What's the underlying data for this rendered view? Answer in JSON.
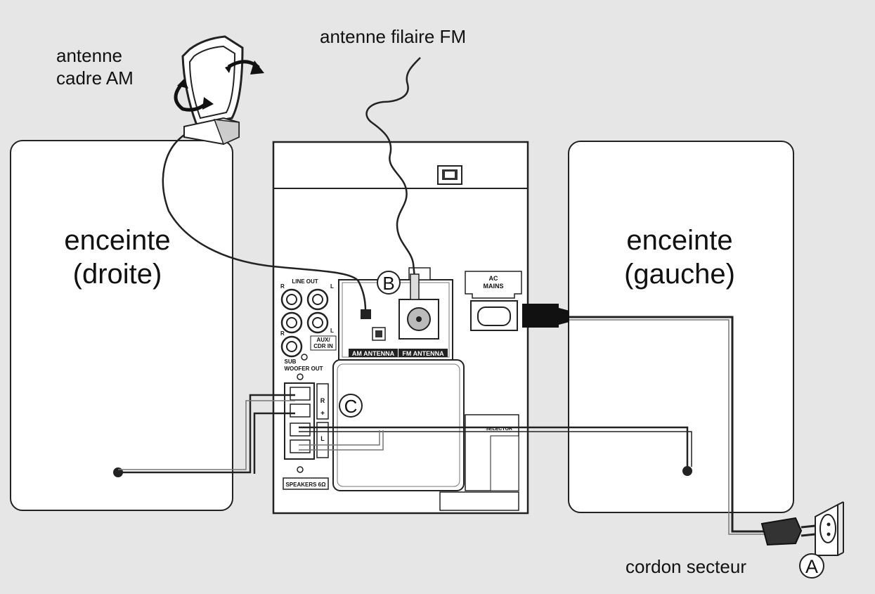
{
  "labels": {
    "am_antenna": [
      "antenne",
      "cadre AM"
    ],
    "fm_antenna": "antenne filaire FM",
    "speaker_right": [
      "enceinte",
      "(droite)"
    ],
    "speaker_left": [
      "enceinte",
      "(gauche)"
    ],
    "mains_cord": "cordon secteur"
  },
  "markers": {
    "a": "A",
    "b": "B",
    "c": "C"
  },
  "panel": {
    "line_out": "LINE OUT",
    "r": "R",
    "l": "L",
    "aux_cdr_in": [
      "AUX/",
      "CDR IN"
    ],
    "subwoofer_out": [
      "SUB",
      "WOOFER OUT"
    ],
    "am_antenna": "AM ANTENNA",
    "fm_antenna": "FM ANTENNA",
    "ac_mains": [
      "AC",
      "MAINS"
    ],
    "selector": "SELECTOR",
    "speakers": "SPEAKERS 6Ω",
    "plus": "+"
  }
}
